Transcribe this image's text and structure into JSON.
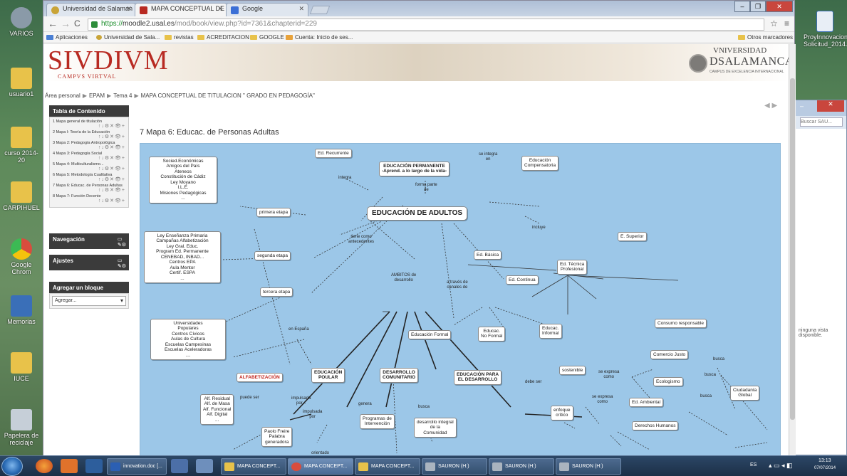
{
  "desktop": {
    "icons": [
      {
        "label": "VARIOS",
        "color": "#8a9aa8"
      },
      {
        "label": "usuario1",
        "color": "#e8c24a"
      },
      {
        "label": "curso 2014-20",
        "color": "#e8c24a"
      },
      {
        "label": "CARPIHUEL",
        "color": "#e8c24a"
      },
      {
        "label": "Google Chrom",
        "color": "#d94c3d"
      },
      {
        "label": "Memorias",
        "color": "#3a6fb8"
      },
      {
        "label": "IUCE",
        "color": "#e8c24a"
      },
      {
        "label": "Papelera de reciclaje",
        "color": "#c6cfd8"
      }
    ],
    "right_icon_label": "ProyInnovacion Solicitud_2014..."
  },
  "browser": {
    "tabs": [
      {
        "label": "Universidad de Salaman",
        "color": "#c9a437"
      },
      {
        "label": "MAPA CONCEPTUAL DE",
        "color": "#b82a22"
      },
      {
        "label": "Google",
        "color": "#3b6fd6"
      }
    ],
    "url": {
      "scheme": "https://",
      "host": "moodle2.usal.es",
      "path": "/mod/book/view.php?id=7361&chapterid=229"
    },
    "bookmarks": [
      {
        "label": "Aplicaciones",
        "kind": "apps"
      },
      {
        "label": "Universidad de Sala...",
        "kind": "site"
      },
      {
        "label": "revistas",
        "kind": "folder"
      },
      {
        "label": "ACREDITACION",
        "kind": "folder"
      },
      {
        "label": "GOOGLE",
        "kind": "folder"
      },
      {
        "label": "Cuenta: Inicio de ses...",
        "kind": "site"
      }
    ],
    "other_bookmarks": "Otros marcadores"
  },
  "site": {
    "logo": "SIVDIVM",
    "logo_sub": "CAMPVS VIRTVAL",
    "university_top": "VNIVERSIDAD",
    "university": "DSALAMANCA",
    "university_sub": "CAMPUS DE EXCELENCIA INTERNACIONAL",
    "breadcrumb": [
      "Área personal",
      "EPAM",
      "Tema 4",
      "MAPA CONCEPTUAL DE TITULACION \" GRADO EN PEDAGOGÍA\""
    ],
    "page_title": "7 Mapa 6: Educac. de Personas Adultas",
    "nav_arrows": "◀ ▶"
  },
  "sidebar": {
    "toc_title": "Tabla de Contenido",
    "toc": [
      "1 Mapa general de titulación",
      "2 Mapa I: Teoría de la Educación",
      "3 Mapa 2: Pedagogía Antropológica",
      "4 Mapa 3: Pedagogía Social",
      "5 Mapa 4: Multiculturalismo...",
      "6 Mapa 5: Metodología Cualitativa",
      "7 Mapa 6: Educac. de Personas Adultas",
      "8 Mapa 7: Función Docente"
    ],
    "toc_tools": "↑↓⚙✕👁+",
    "navegacion": "Navegación",
    "ajustes": "Ajustes",
    "agregar_bloque": "Agregar un bloque",
    "agregar_select": "Agregar..."
  },
  "map": {
    "title": "EDUCACIÓN DE ADULTOS",
    "permanente": "EDUCACIÓN PERMANENTE\n-Aprend. a lo largo de la vida-",
    "recurrente": "Ed. Recurrente",
    "compensatoria": "Educación\nCompensatoria",
    "lbl_integra": "se integra\nen",
    "lbl_integra2": "integra",
    "lbl_forma_parte": "forma parte\nde",
    "antecedentes1": "Socied.Económicas\nAmigos del País\nAteneos\nConstitución de Cádiz\nLey Moyano\nI.L.E.\nMisiones Pedagógicas\n...",
    "antecedentes2": "Ley Enseñanza Primaria\nCampañas Alfabetización\nLey Gral. Educ.\nProgram Ed. Permanente\nCENEBAD, INBAD...\nCentros EPA\nAula Mentor\nCertif. ESPA\n...",
    "antecedentes3": "Universidades\nPopulares\nCentros Cívicos\nAulas de Cultura\nEscuelas Campesinas\nEscuelas Aceleradoras\n....",
    "primera": "primera etapa",
    "segunda": "segunda etapa",
    "tercera": "tercera etapa",
    "lbl_tiene": "tiene como\nantecedentes",
    "lbl_espana": "en España",
    "lbl_ambitos": "AMBITOS de\ndesarrollo",
    "lbl_traves": "a través de\ncanales de",
    "lbl_incluye": "incluye",
    "superior": "E. Superior",
    "basica": "Ed. Básica",
    "tecnica": "Ed. Técnica\nProfesional",
    "continua": "Ed. Continua",
    "formal": "Educación Formal",
    "noformal": "Educac.\nNo Formal",
    "informal": "Educac.\nInformal",
    "alfabetizacion": "ALFABETIZACIÓN",
    "popular": "EDUCACIÓN\nPOULAR",
    "comunitario": "DESARROLLO\nCOMUNITARIO",
    "desarrollo": "EDUCACIÓN PARA\nEL DESARROLLO",
    "alf_tipos": "Alf. Residual\nAlf. de Masa\nAlf. Funcional\nAlf. Digital\n...",
    "lbl_puede": "puede ser",
    "lbl_impulsada": "impulsada\npor...",
    "lbl_impulsada2": "impulsada\npor",
    "freire": "Paolo Freire\nPalabra\ngeneradora",
    "lbl_genera": "genera",
    "lbl_busca": "busca",
    "programas": "Programas de\nIntervención",
    "integral": "desarrollo integral\nde la\nComunidad",
    "lbl_debe": "debe ser",
    "sostenible": "sostenible",
    "critico": "enfoque\ncrítico",
    "lbl_expresa1": "se expresa\ncomo",
    "lbl_expresa2": "se expresa\ncomo",
    "consumo": "Consumo responsable",
    "comercio": "Comercio Justo",
    "ecologismo": "Ecologismo",
    "ambiental": "Ed. Ambiental",
    "derechos": "Derechos Humanos",
    "ciudadania": "Ciudadanía\nGlobal",
    "lbl_busca2": "busca",
    "lbl_busca3": "busca",
    "lbl_busca4": "busca",
    "lbl_orientado": "orientado"
  },
  "taskbar": {
    "items": [
      {
        "label": "innovation.doc [...",
        "color": "#2b5fb3"
      },
      {
        "label": "MAPA CONCEPT...",
        "color": "#e8c24a"
      },
      {
        "label": "MAPA CONCEPT...",
        "color": "#d94c3d"
      },
      {
        "label": "MAPA CONCEPT...",
        "color": "#e8c24a"
      },
      {
        "label": "SAURON (H:)",
        "color": "#aab4bf"
      },
      {
        "label": "SAURON (H:)",
        "color": "#aab4bf"
      },
      {
        "label": "SAURON (H:)",
        "color": "#aab4bf"
      }
    ],
    "lang": "ES",
    "time": "13:13",
    "date": "07/07/2014"
  },
  "bg_window": {
    "search_placeholder": "Buscar SAU...",
    "text": "ninguna vista\ndisponible."
  }
}
